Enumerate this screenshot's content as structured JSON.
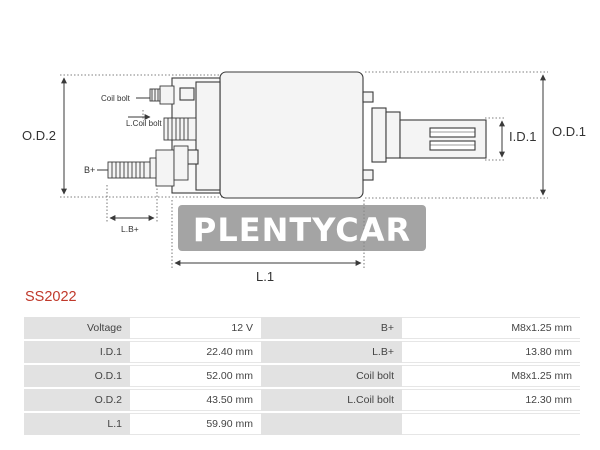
{
  "diagram": {
    "labels": {
      "od2": "O.D.2",
      "od1": "O.D.1",
      "id1": "I.D.1",
      "coil_bolt": "Coil bolt",
      "l_coil_bolt": "L.Coil bolt",
      "b_plus": "B+",
      "lb_plus": "L.B+",
      "l1": "L.1"
    },
    "watermark": "PLENTYCAR",
    "colors": {
      "line": "#3a3a3a",
      "body_fill": "#f4f4f4",
      "watermark_bg": "#8a8a8a"
    }
  },
  "product": {
    "code": "SS2022",
    "code_color": "#c0392b"
  },
  "specs": {
    "rows": [
      {
        "k1": "Voltage",
        "v1": "12 V",
        "k2": "B+",
        "v2": "M8x1.25 mm"
      },
      {
        "k1": "I.D.1",
        "v1": "22.40 mm",
        "k2": "L.B+",
        "v2": "13.80 mm"
      },
      {
        "k1": "O.D.1",
        "v1": "52.00 mm",
        "k2": "Coil bolt",
        "v2": "M8x1.25 mm"
      },
      {
        "k1": "O.D.2",
        "v1": "43.50 mm",
        "k2": "L.Coil bolt",
        "v2": "12.30 mm"
      },
      {
        "k1": "L.1",
        "v1": "59.90 mm",
        "k2": "",
        "v2": ""
      }
    ]
  }
}
